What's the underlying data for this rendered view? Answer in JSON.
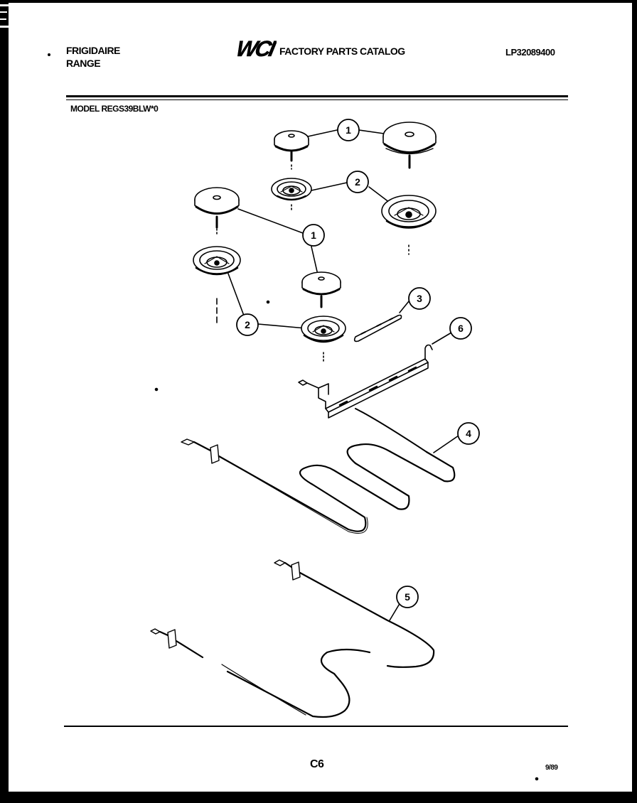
{
  "header": {
    "brand_line1": "FRIGIDAIRE",
    "brand_line2": "RANGE",
    "logo_text": "WCI",
    "catalog_title": "FACTORY PARTS CATALOG",
    "doc_number": "LP32089400"
  },
  "model_label": "MODEL REGS39BLW*0",
  "callouts": [
    "1",
    "2",
    "1",
    "2",
    "3",
    "6",
    "4",
    "5"
  ],
  "footer": {
    "page": "C6",
    "date": "9/89"
  }
}
